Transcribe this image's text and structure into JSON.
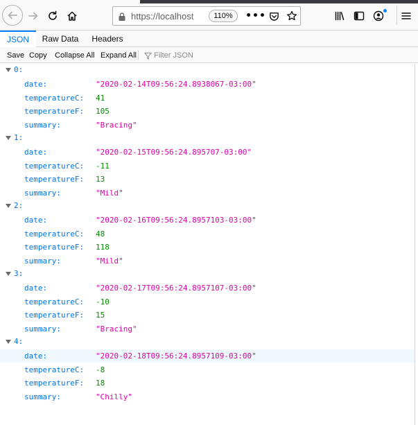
{
  "browser": {
    "url": "https://localhost",
    "zoom": "110%",
    "colors": {
      "accent": "#0a84ff",
      "toolbar": "#f9f9fa"
    }
  },
  "tabs": [
    {
      "label": "JSON",
      "selected": true
    },
    {
      "label": "Raw Data",
      "selected": false
    },
    {
      "label": "Headers",
      "selected": false
    }
  ],
  "toolbar": {
    "save_label": "Save",
    "copy_label": "Copy",
    "collapse_label": "Collapse All",
    "expand_label": "Expand All",
    "filter_placeholder": "Filter JSON"
  },
  "records": [
    {
      "label": "0:",
      "date": "\"2020-02-14T09:56:24.8938067-03:00\"",
      "temperatureC": "41",
      "temperatureF": "105",
      "summary": "\"Bracing\""
    },
    {
      "label": "1:",
      "date": "\"2020-02-15T09:56:24.895707-03:00\"",
      "temperatureC": "-11",
      "temperatureF": "13",
      "summary": "\"Mild\""
    },
    {
      "label": "2:",
      "date": "\"2020-02-16T09:56:24.8957103-03:00\"",
      "temperatureC": "48",
      "temperatureF": "118",
      "summary": "\"Mild\""
    },
    {
      "label": "3:",
      "date": "\"2020-02-17T09:56:24.8957107-03:00\"",
      "temperatureC": "-10",
      "temperatureF": "15",
      "summary": "\"Bracing\""
    },
    {
      "label": "4:",
      "date": "\"2020-02-18T09:56:24.8957109-03:00\"",
      "temperatureC": "-8",
      "temperatureF": "18",
      "summary": "\"Chilly\""
    }
  ],
  "keys": {
    "date": "date:",
    "temperatureC": "temperatureC:",
    "temperatureF": "temperatureF:",
    "summary": "summary:"
  },
  "icons": {
    "back": "back-arrow-icon",
    "forward": "forward-arrow-icon",
    "reload": "reload-icon",
    "home": "home-icon",
    "lock": "lock-icon",
    "page_actions": "meatball-menu-icon",
    "pocket": "pocket-icon",
    "bookmark": "star-icon",
    "library": "library-icon",
    "sidebar": "sidebar-icon",
    "account": "account-icon",
    "menu": "hamburger-menu-icon",
    "filter": "filter-icon"
  }
}
